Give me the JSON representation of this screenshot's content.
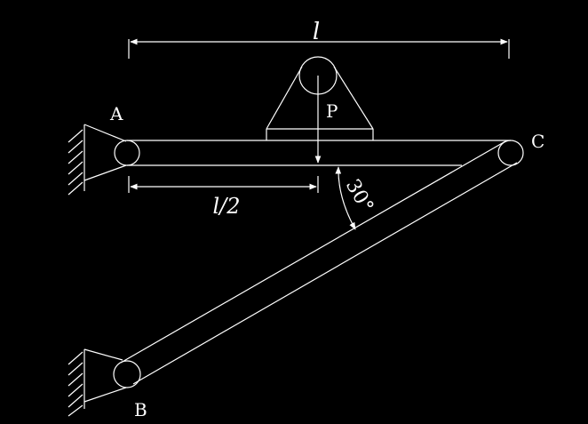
{
  "labels": {
    "point_a": "A",
    "point_b": "B",
    "point_c": "C",
    "load": "P",
    "span_length": "l",
    "half_span": "l/2",
    "angle": "30°"
  },
  "colors": {
    "background": "#000000",
    "stroke": "#ffffff"
  }
}
